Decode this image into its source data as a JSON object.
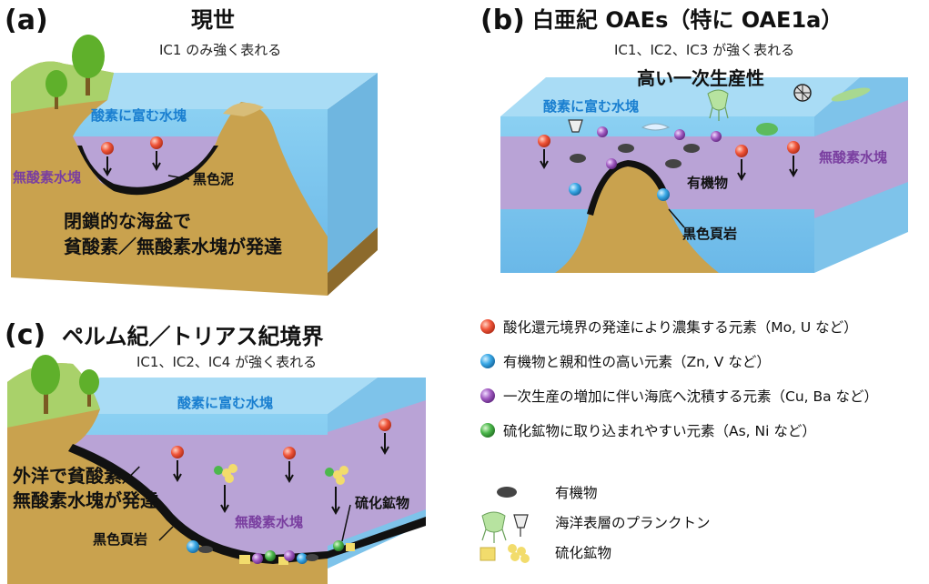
{
  "panel_a": {
    "label": "(a)",
    "title": "現世",
    "subtitle": "IC1 のみ強く表れる",
    "oxic": "酸素に富む水塊",
    "anoxic": "無酸素水塊",
    "mud": "黒色泥",
    "note_line1": "閉鎖的な海盆で",
    "note_line2": "貧酸素／無酸素水塊が発達"
  },
  "panel_b": {
    "label": "(b)",
    "title": "白亜紀 OAEs（特に OAE1a）",
    "subtitle": "IC1、IC2、IC3 が強く表れる",
    "productivity": "高い一次生産性",
    "oxic": "酸素に富む水塊",
    "anoxic": "無酸素水塊",
    "organic": "有機物",
    "shale": "黒色頁岩"
  },
  "panel_c": {
    "label": "(c)",
    "title": "ペルム紀／トリアス紀境界",
    "subtitle": "IC1、IC2、IC4 が強く表れる",
    "oxic": "酸素に富む水塊",
    "anoxic": "無酸素水塊",
    "sulfide": "硫化鉱物",
    "shale": "黒色頁岩",
    "note_line1": "外洋で貧酸素／",
    "note_line2": "無酸素水塊が発達"
  },
  "legend": {
    "items": [
      {
        "color": "#f0553a",
        "text": "酸化還元境界の発達により濃集する元素（Mo, U など）"
      },
      {
        "color": "#39a8e6",
        "text": "有機物と親和性の高い元素（Zn, V など）"
      },
      {
        "color": "#a25cc2",
        "text": "一次生産の増加に伴い海底へ沈積する元素（Cu, Ba など）"
      },
      {
        "color": "#4cb84c",
        "text": "硫化鉱物に取り込まれやすい元素（As, Ni など）"
      }
    ],
    "symbols": [
      {
        "icon": "organic-matter-icon",
        "text": "有機物"
      },
      {
        "icon": "plankton-icon",
        "text": "海洋表層のプランクトン"
      },
      {
        "icon": "sulfide-mineral-icon",
        "text": "硫化鉱物"
      }
    ]
  },
  "colors": {
    "ocean_blue": "#7ec8ef",
    "anoxic_purple": "#b9a3d6",
    "land": "#c9a24e",
    "grass": "#a9d16a",
    "tree": "#5fb02b"
  }
}
